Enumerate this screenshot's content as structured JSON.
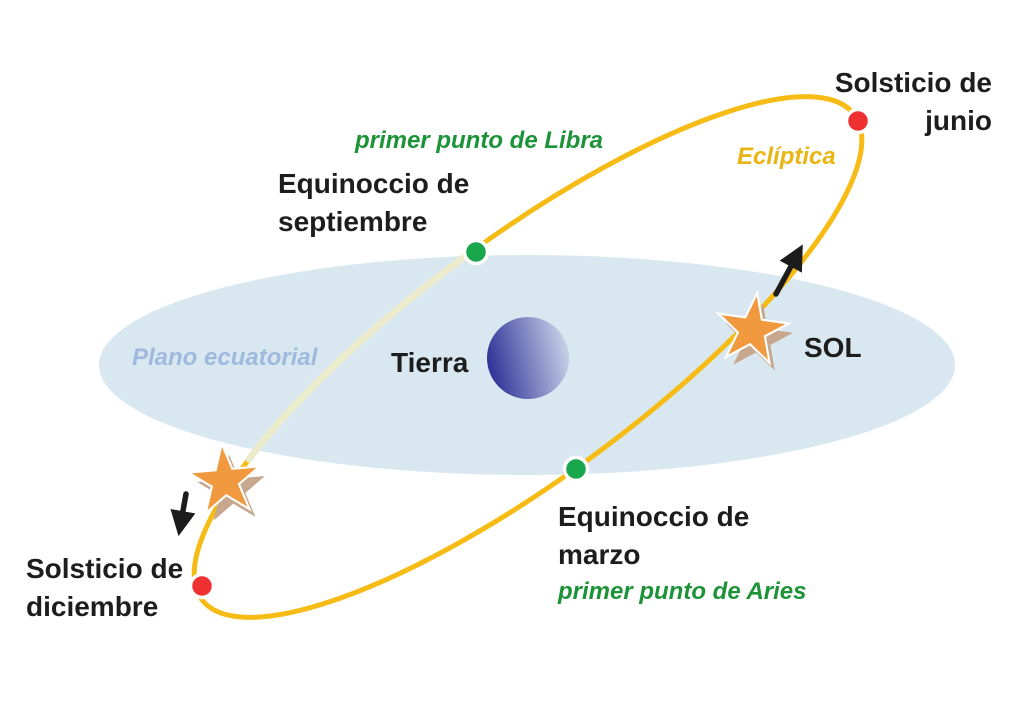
{
  "diagram": {
    "labels": {
      "solstice_june": "Solsticio de\njunio",
      "equinox_september": "Equinoccio de\nseptiembre",
      "first_point_libra": "primer punto de Libra",
      "ecliptic": "Eclíptica",
      "equatorial_plane": "Plano ecuatorial",
      "earth": "Tierra",
      "sun": "SOL",
      "equinox_march": "Equinoccio de\nmarzo",
      "first_point_aries": "primer punto de Aries",
      "solstice_december": "Solsticio de\ndiciembre"
    },
    "colors": {
      "background": "#ffffff",
      "equatorial_plane_fill": "#d9e8f0",
      "ecliptic_line": "#f6bc15",
      "ecliptic_hidden_line": "#ecebcc",
      "equinox_dot": "#1aa64b",
      "solstice_dot": "#f03131",
      "dot_ring": "#ffffff",
      "star_fill": "#f0993f",
      "star_outline": "#ffffff",
      "star_shadow": "#c7a78e",
      "earth_dark": "#2c2f96",
      "earth_light": "#c9d3e8",
      "arrow_ink": "#1c1c1c",
      "label_black": "#1d1d1d",
      "label_green": "#1d9338",
      "label_gold": "#e9b512",
      "label_blue": "#9fbade"
    }
  }
}
